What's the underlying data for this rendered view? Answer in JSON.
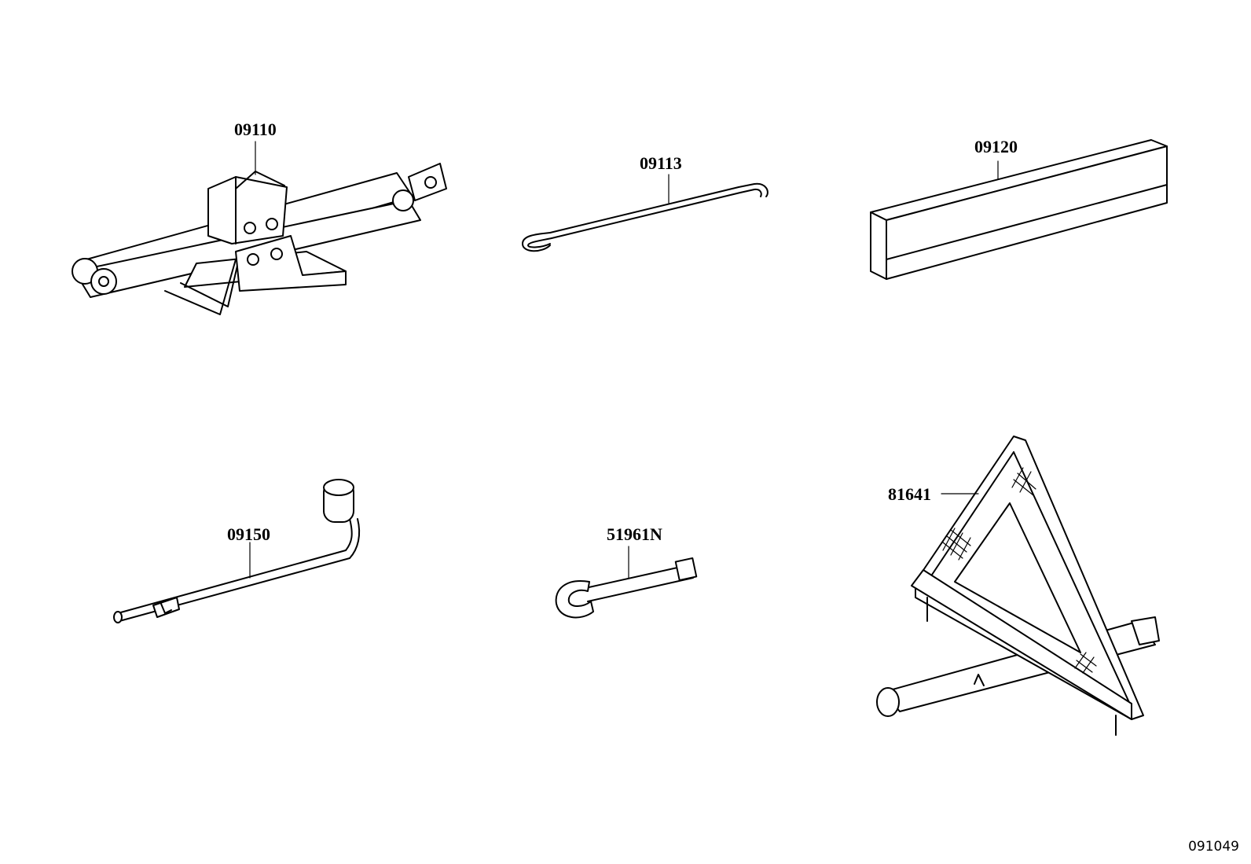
{
  "diagram": {
    "parts": [
      {
        "id": "jack",
        "part_number": "09110"
      },
      {
        "id": "jack-handle",
        "part_number": "09113"
      },
      {
        "id": "tool-box",
        "part_number": "09120"
      },
      {
        "id": "lug-wrench",
        "part_number": "09150"
      },
      {
        "id": "towing-eye",
        "part_number": "51961N"
      },
      {
        "id": "warning-triangle",
        "part_number": "81641"
      }
    ],
    "diagram_id": "091049"
  }
}
